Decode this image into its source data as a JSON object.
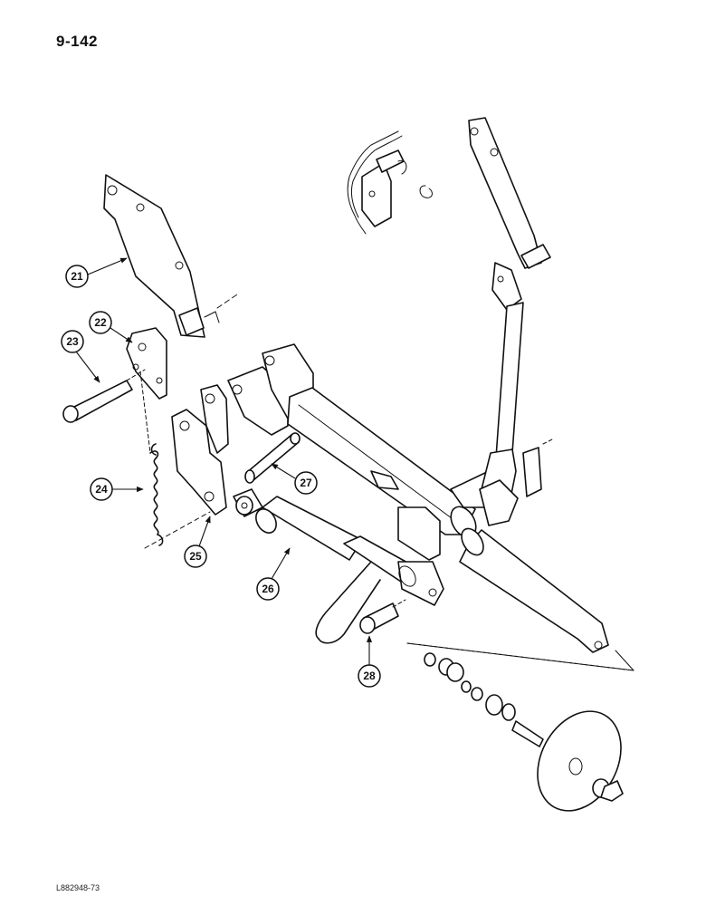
{
  "page_number": "9-142",
  "figure_id": "L882948-73",
  "callouts": {
    "c21": "21",
    "c22": "22",
    "c23": "23",
    "c24": "24",
    "c25": "25",
    "c26": "26",
    "c27": "27",
    "c28": "28"
  },
  "colors": {
    "ink": "#111111",
    "paper": "#ffffff"
  }
}
